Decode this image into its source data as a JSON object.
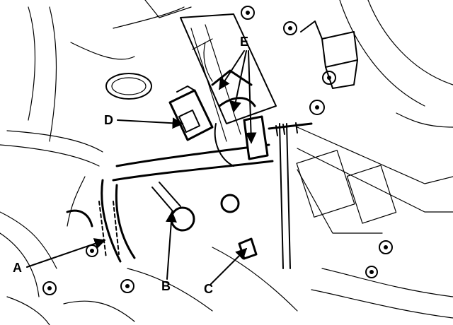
{
  "callouts": {
    "a": "A",
    "b": "B",
    "c": "C",
    "d": "D",
    "e": "E"
  }
}
